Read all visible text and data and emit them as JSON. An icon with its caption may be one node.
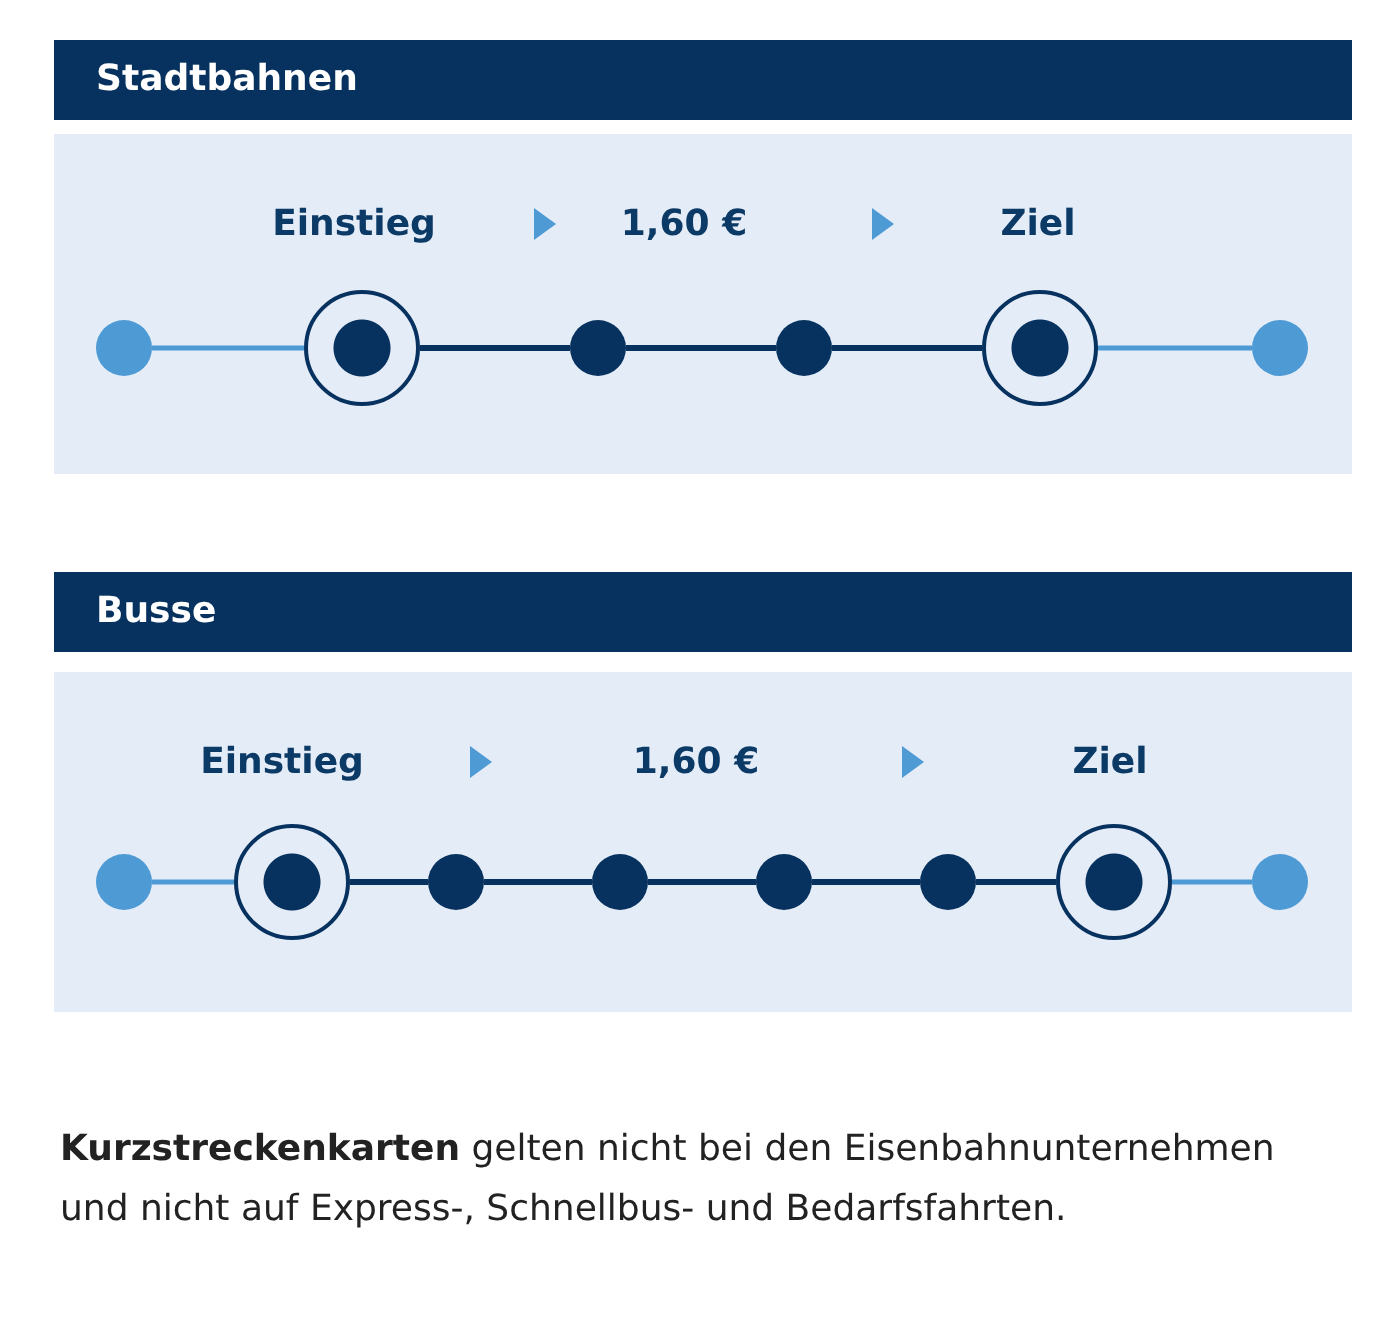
{
  "diagram": {
    "nodes": [
      {
        "text": [
          "Stadtbahnen"
        ]
      },
      {
        "text": [
          "Einstieg",
          "1,60 €",
          "Ziel"
        ]
      },
      {
        "text": [],
        "shape": "circle",
        "in": 1
      },
      {
        "text": [],
        "shape": "circle",
        "in": 1
      },
      {
        "text": [],
        "shape": "circle",
        "in": 1
      },
      {
        "text": [],
        "shape": "circle",
        "in": 1
      },
      {
        "text": [],
        "shape": "circle",
        "in": 1
      },
      {
        "text": [],
        "shape": "circle",
        "in": 1
      },
      {
        "text": [
          "Busse"
        ]
      },
      {
        "text": [
          "Einstieg",
          "1,60 €",
          "Ziel"
        ]
      },
      {
        "text": [],
        "shape": "circle",
        "in": 9
      },
      {
        "text": [],
        "shape": "circle",
        "in": 9
      },
      {
        "text": [],
        "shape": "circle",
        "in": 9
      },
      {
        "text": [],
        "shape": "circle",
        "in": 9
      },
      {
        "text": [],
        "shape": "circle",
        "in": 9
      },
      {
        "text": [],
        "shape": "circle",
        "in": 9
      },
      {
        "text": [],
        "shape": "circle",
        "in": 9
      },
      {
        "text": [],
        "shape": "circle",
        "in": 9
      }
    ],
    "edges": [
      {
        "from": 2,
        "to": 3,
        "arrow": "none",
        "color": "#4d9ad5"
      },
      {
        "from": 3,
        "to": 4,
        "arrow": "none"
      },
      {
        "from": 4,
        "to": 5,
        "arrow": "none"
      },
      {
        "from": 5,
        "to": 6,
        "arrow": "none"
      },
      {
        "from": 6,
        "to": 7,
        "arrow": "none",
        "color": "#4d9ad5"
      },
      {
        "from": 10,
        "to": 11,
        "arrow": "none",
        "color": "#4d9ad5"
      },
      {
        "from": 11,
        "to": 12,
        "arrow": "none"
      },
      {
        "from": 12,
        "to": 13,
        "arrow": "none"
      },
      {
        "from": 13,
        "to": 14,
        "arrow": "none"
      },
      {
        "from": 14,
        "to": 15,
        "arrow": "none"
      },
      {
        "from": 15,
        "to": 16,
        "arrow": "none"
      },
      {
        "from": 16,
        "to": 17,
        "arrow": "none",
        "color": "#4d9ad5"
      }
    ],
    "labels": [
      "**Kurzstreckenkarten** gelten nicht bei den Eisenbahnunternehmen und nicht auf Express-, Schnellbus- und Bedarfsfahrten."
    ]
  }
}
